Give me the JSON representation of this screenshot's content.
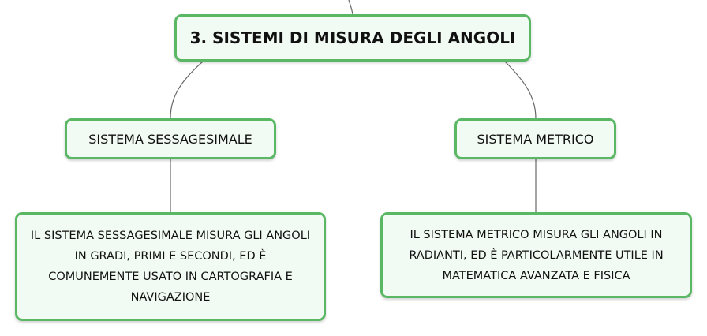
{
  "root": {
    "label": "3. SISTEMI DI MISURA DEGLI ANGOLI"
  },
  "branches": [
    {
      "label": "SISTEMA SESSAGESIMALE",
      "detail": "IL SISTEMA SESSAGESIMALE MISURA GLI ANGOLI IN GRADI, PRIMI E SECONDI, ED È COMUNEMENTE USATO IN CARTOGRAFIA E NAVIGAZIONE"
    },
    {
      "label": "SISTEMA METRICO",
      "detail": "IL SISTEMA METRICO MISURA GLI ANGOLI IN RADIANTI, ED È PARTICOLARMENTE UTILE IN MATEMATICA AVANZATA E FISICA"
    }
  ],
  "colors": {
    "node_border": "#5ab865",
    "node_fill": "#f2fbf3",
    "connector": "#666666"
  }
}
